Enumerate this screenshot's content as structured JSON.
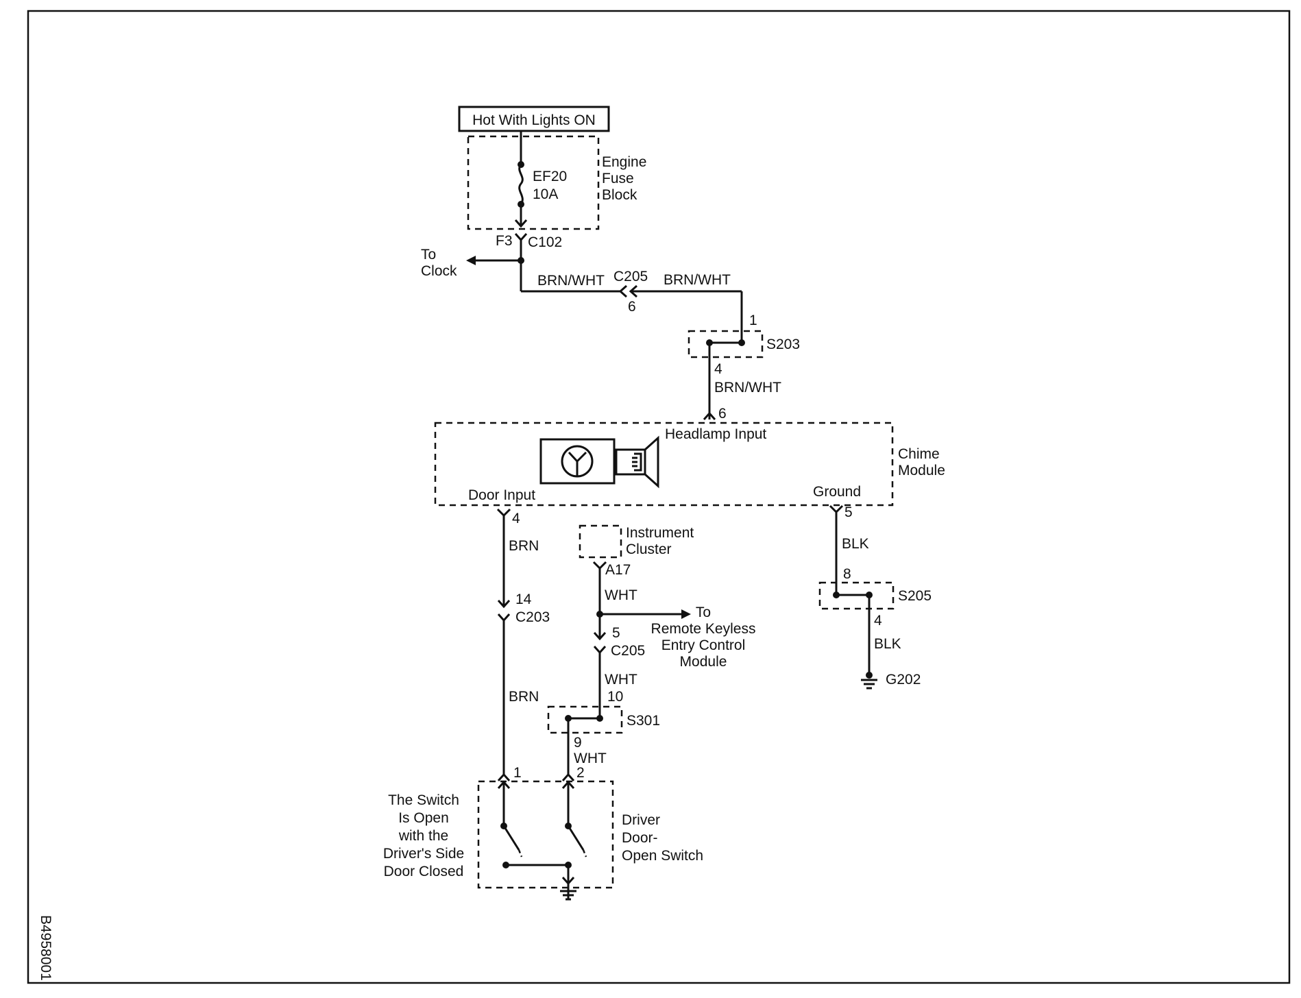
{
  "power": {
    "label": "Hot With Lights ON"
  },
  "fuse_block": {
    "line1": "Engine",
    "line2": "Fuse",
    "line3": "Block",
    "fuse_name": "EF20",
    "fuse_rating": "10A"
  },
  "connectors": {
    "f3": "F3",
    "c102": "C102",
    "c205_top": "C205",
    "c205_top_pin": "6",
    "s203": "S203",
    "s203_pin_in": "1",
    "s203_pin_out": "4",
    "chime_pin_6": "6",
    "door_pin": "4",
    "c203_pin": "14",
    "c203": "C203",
    "a17": "A17",
    "c205_bot_pin": "5",
    "c205_bot": "C205",
    "s301_pin_in": "10",
    "s301": "S301",
    "s301_pin_out": "9",
    "switch_pin1": "1",
    "switch_pin2": "2",
    "ground_pin": "5",
    "s205_pin_in": "8",
    "s205": "S205",
    "s205_pin_out": "4",
    "g202": "G202"
  },
  "wires": {
    "brn_wht_left": "BRN/WHT",
    "brn_wht_right": "BRN/WHT",
    "brn_wht_down": "BRN/WHT",
    "brn_upper": "BRN",
    "brn_lower": "BRN",
    "wht_a17": "WHT",
    "wht_c205": "WHT",
    "wht_s301": "WHT",
    "blk_upper": "BLK",
    "blk_lower": "BLK"
  },
  "to_clock": {
    "line1": "To",
    "line2": "Clock"
  },
  "chime_module": {
    "line1": "Chime",
    "line2": "Module",
    "headlamp_input": "Headlamp Input",
    "door_input": "Door Input",
    "ground": "Ground"
  },
  "instrument_cluster": {
    "line1": "Instrument",
    "line2": "Cluster"
  },
  "rke": {
    "line1": "To",
    "line2": "Remote Keyless",
    "line3": "Entry Control",
    "line4": "Module"
  },
  "switch_note": {
    "line1": "The Switch",
    "line2": "Is Open",
    "line3": "with the",
    "line4": "Driver's Side",
    "line5": "Door Closed"
  },
  "door_switch": {
    "line1": "Driver",
    "line2": "Door-",
    "line3": "Open Switch"
  },
  "figure_id": "B4958001"
}
